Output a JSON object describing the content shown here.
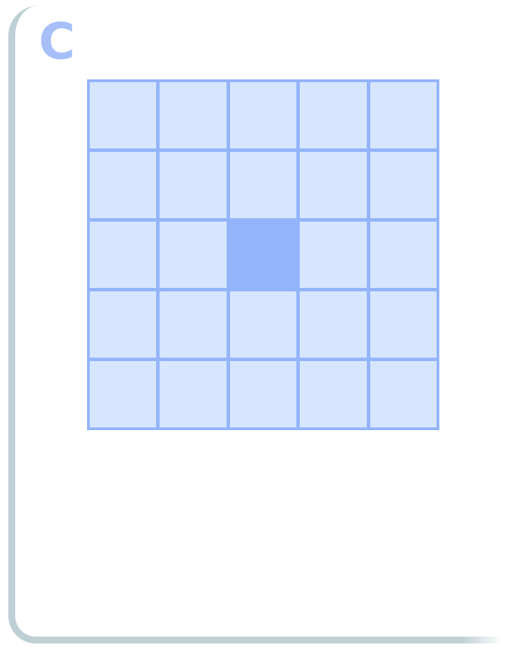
{
  "label": "C",
  "grid": {
    "rows": 5,
    "cols": 5,
    "filled_cells": [
      [
        2,
        2
      ]
    ]
  },
  "colors": {
    "grid_line": "#93b4fb",
    "cell_fill": "#d6e6fe",
    "highlight_fill": "#93b4fb",
    "label_color": "#a6bff8",
    "card_border": "#bfcfd6"
  }
}
